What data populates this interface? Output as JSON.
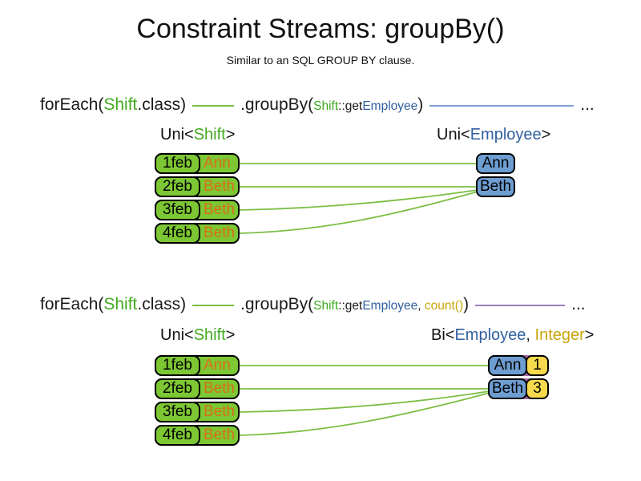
{
  "title": "Constraint Streams: groupBy()",
  "subtitle": "Similar to an SQL GROUP BY clause.",
  "colors": {
    "shift_green_text": "#3FAA1E",
    "employee_blue_text": "#31609F",
    "integer_gold_text": "#C9A50B",
    "name_orange_text": "#D96E16",
    "shift_box_green": "#7CC733",
    "employee_box_blue": "#6D9DD1",
    "count_box_yellow": "#F6D94C",
    "pair_purple": "#A366A3",
    "green_line": "#7CBE44",
    "blue_line": "#809FD3",
    "purple_line": "#9B7EB8"
  },
  "sections": [
    {
      "code": {
        "foreach_open": "forEach(",
        "foreach_type": "Shift",
        "foreach_close": ".class)",
        "groupby_open": ".groupBy(",
        "key_type": "Shift",
        "key_accessor": "::get",
        "key_prop": "Employee",
        "groupby_close": ")",
        "ellipsis": "..."
      },
      "source_label": {
        "open": "Uni<",
        "type": "Shift",
        "close": ">"
      },
      "result_label": {
        "open": "Uni<",
        "type": "Employee",
        "close": ">"
      },
      "source_rows": [
        {
          "date": "1feb",
          "name": "Ann"
        },
        {
          "date": "2feb",
          "name": "Beth"
        },
        {
          "date": "3feb",
          "name": "Beth"
        },
        {
          "date": "4feb",
          "name": "Beth"
        }
      ],
      "result_rows": [
        {
          "name": "Ann"
        },
        {
          "name": "Beth"
        }
      ]
    },
    {
      "code": {
        "foreach_open": "forEach(",
        "foreach_type": "Shift",
        "foreach_close": ".class)",
        "groupby_open": ".groupBy(",
        "key_type": "Shift",
        "key_accessor": "::get",
        "key_prop": "Employee",
        "separator": ", ",
        "collector": "count()",
        "groupby_close": ")",
        "ellipsis": "..."
      },
      "source_label": {
        "open": "Uni<",
        "type": "Shift",
        "close": ">"
      },
      "result_label": {
        "open": "Bi<",
        "type": "Employee",
        "separator": ", ",
        "type2": "Integer",
        "close": ">"
      },
      "source_rows": [
        {
          "date": "1feb",
          "name": "Ann"
        },
        {
          "date": "2feb",
          "name": "Beth"
        },
        {
          "date": "3feb",
          "name": "Beth"
        },
        {
          "date": "4feb",
          "name": "Beth"
        }
      ],
      "result_rows": [
        {
          "name": "Ann",
          "count": "1"
        },
        {
          "name": "Beth",
          "count": "3"
        }
      ]
    }
  ]
}
